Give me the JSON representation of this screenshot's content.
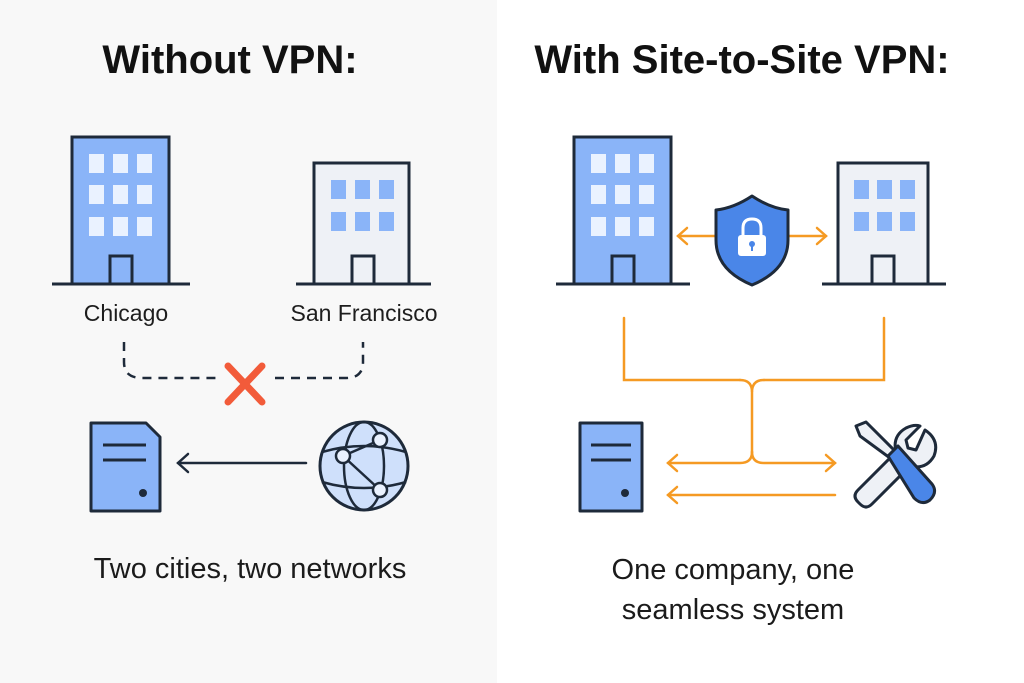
{
  "left_panel": {
    "title": "Without VPN:",
    "city_a": "Chicago",
    "city_b": "San Francisco",
    "caption": "Two cities, two networks"
  },
  "right_panel": {
    "title": "With Site-to-Site VPN:",
    "caption_line1": "One company, one",
    "caption_line2": "seamless system"
  },
  "colors": {
    "outline": "#1e2a3a",
    "building_blue": "#8ab4f8",
    "building_light": "#eef1f6",
    "window_light": "#eaf2ff",
    "window_blue": "#8ab4f8",
    "server_blue": "#8ab4f8",
    "globe_blue": "#cfe0fb",
    "shield_blue": "#4a86e8",
    "orange": "#f59a23",
    "red_x": "#f25b3a"
  }
}
